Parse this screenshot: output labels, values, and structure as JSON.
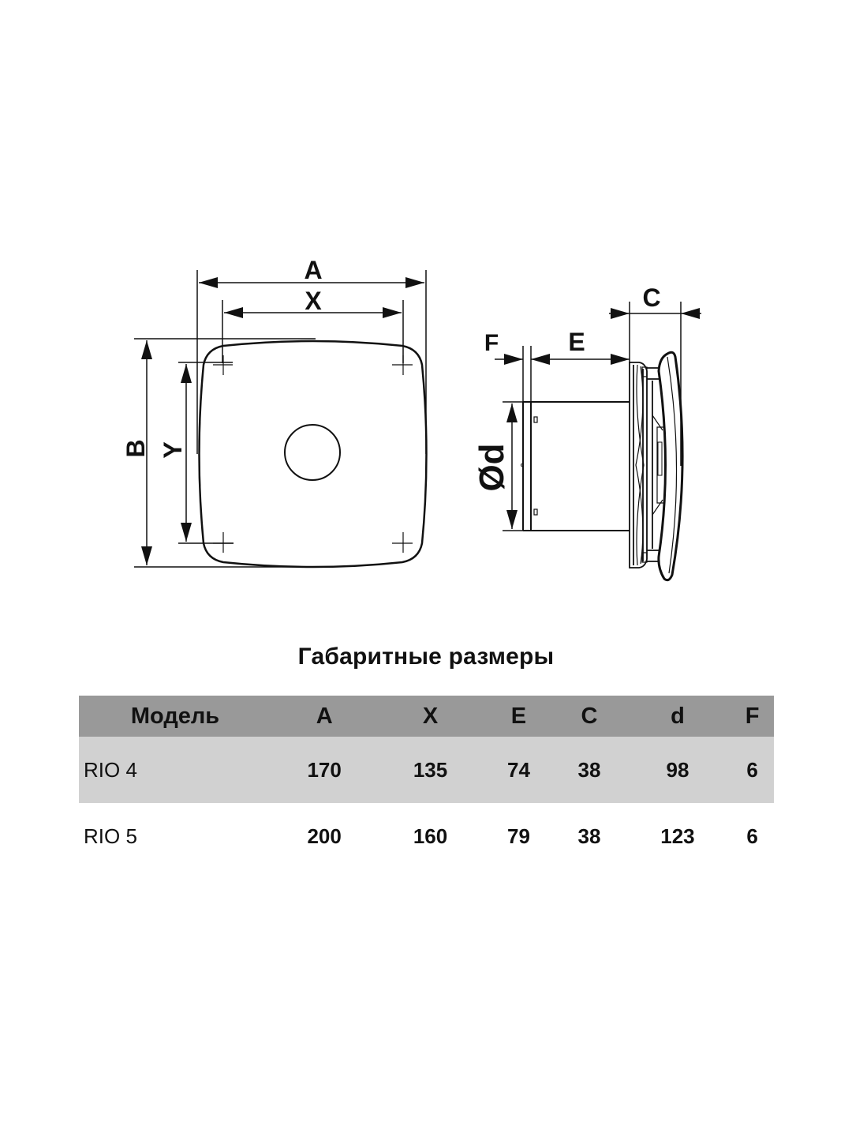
{
  "drawing": {
    "front_view": {
      "labels": {
        "A": "A",
        "X": "X",
        "B": "B",
        "Y": "Y"
      }
    },
    "side_view": {
      "labels": {
        "C": "C",
        "F": "F",
        "E": "E",
        "d": "Ød"
      }
    }
  },
  "caption": "Габаритные размеры",
  "table": {
    "headers": [
      "Модель",
      "A",
      "X",
      "E",
      "C",
      "d",
      "F"
    ],
    "rows": [
      {
        "model": "RIO 4",
        "A": "170",
        "X": "135",
        "E": "74",
        "C": "38",
        "d": "98",
        "F": "6"
      },
      {
        "model": "RIO 5",
        "A": "200",
        "X": "160",
        "E": "79",
        "C": "38",
        "d": "123",
        "F": "6"
      }
    ]
  },
  "colors": {
    "header_bg": "#999999",
    "row_shaded_bg": "#d1d1d1",
    "line": "#111111"
  }
}
